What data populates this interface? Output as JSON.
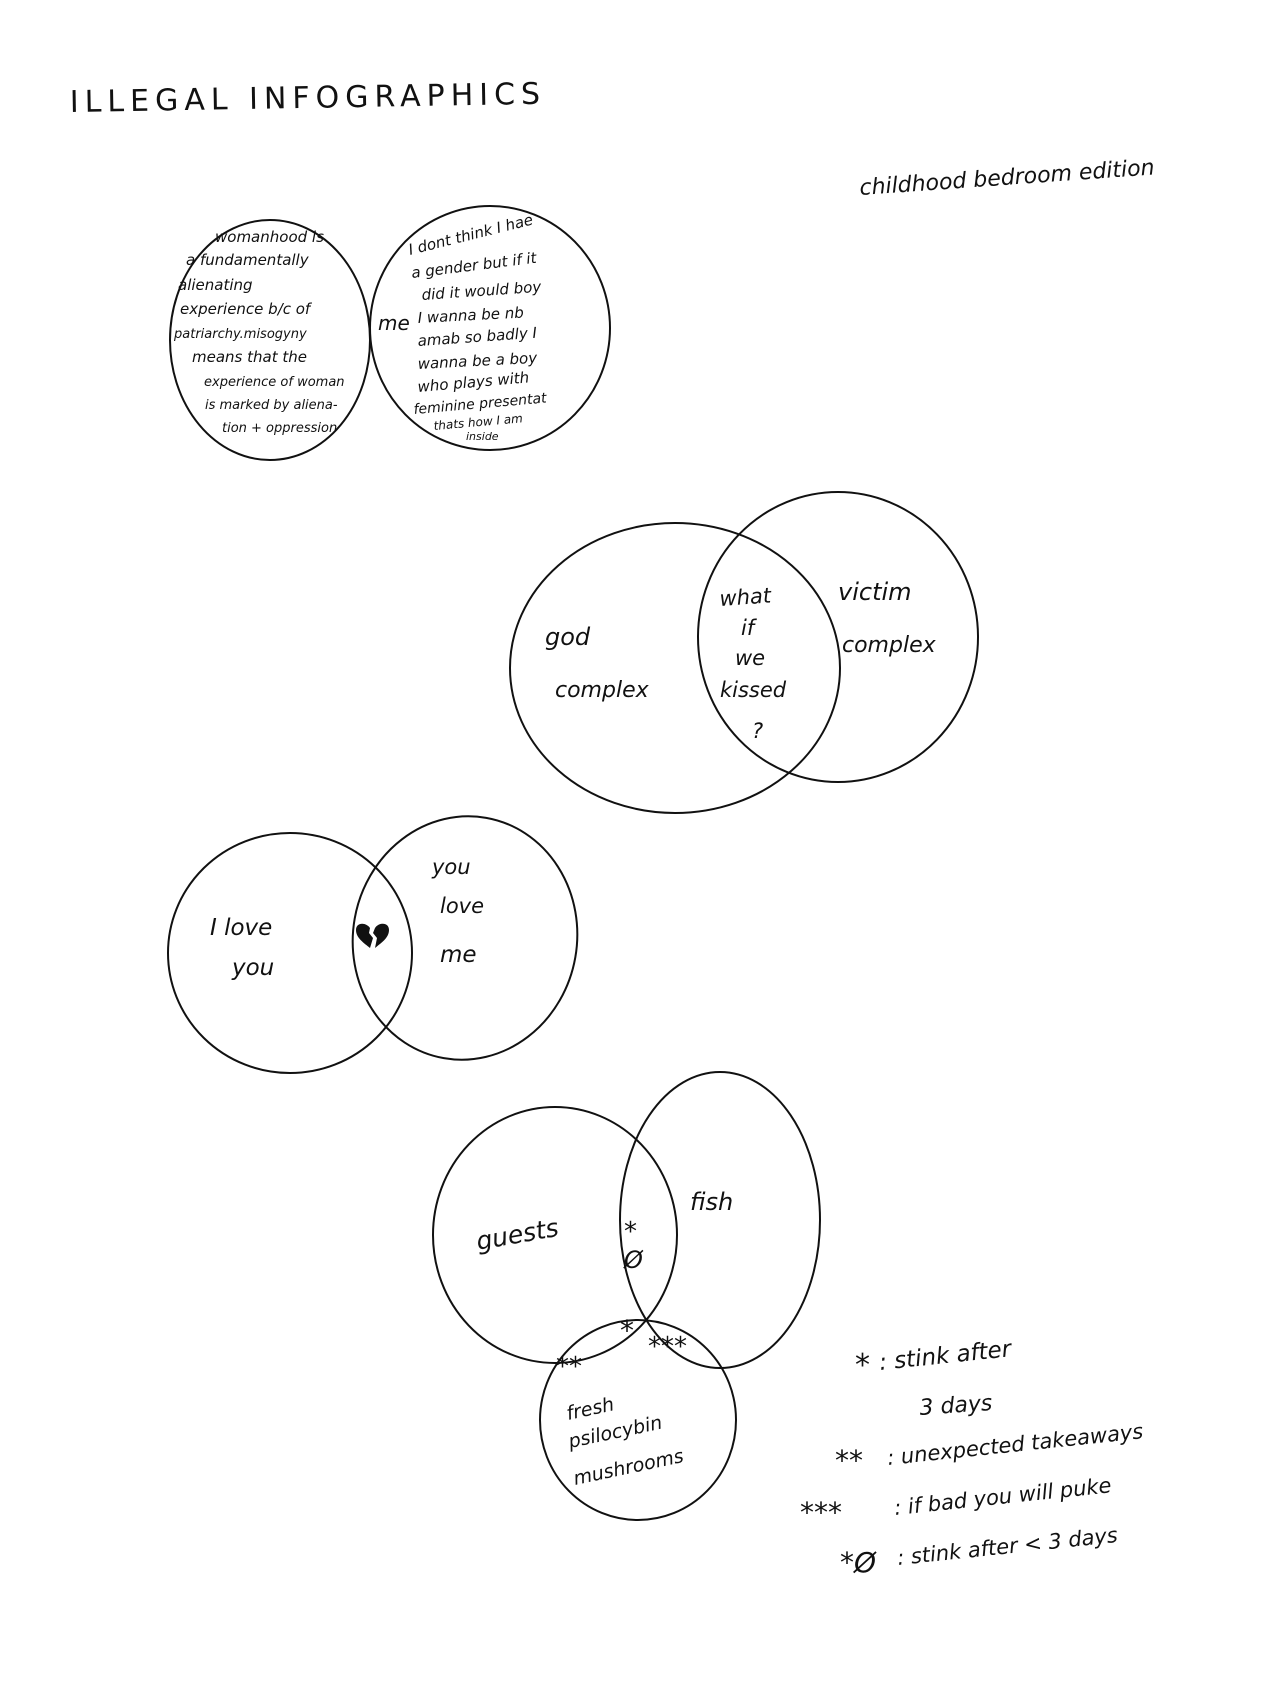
{
  "header": {
    "title": "ILLEGAL INFOGRAPHICS",
    "subtitle": "childhood bedroom edition"
  },
  "diagram1": {
    "left": [
      "womanhood is",
      "a fundamentally",
      "alienating",
      "experience b/c of",
      "patriarchy.misogyny",
      "means that the",
      "experience of woman",
      "is marked by aliena-",
      "tion + oppression"
    ],
    "center": "me",
    "right": [
      "I dont think I hae",
      "a gender but if it",
      "did it would boy",
      "I wanna be nb",
      "amab so badly I",
      "wanna be a boy",
      "who plays with",
      "feminine presentat",
      "thats how I am",
      "inside"
    ]
  },
  "diagram2": {
    "left": [
      "god",
      "complex"
    ],
    "center": [
      "what",
      "if",
      "we",
      "kissed",
      "?"
    ],
    "right": [
      "victim",
      "complex"
    ]
  },
  "diagram3": {
    "left": [
      "I love",
      "you"
    ],
    "center_symbol": "broken-heart",
    "right": [
      "you",
      "love",
      "me"
    ]
  },
  "diagram4": {
    "set_a": "guests",
    "set_b": "fish",
    "set_c": [
      "fresh",
      "psilocybin",
      "mushrooms"
    ],
    "ab": [
      "*",
      "Ø"
    ],
    "abc": "*",
    "ac": "**",
    "bc": "***"
  },
  "legend": [
    {
      "key": "*",
      "text": ": stink after"
    },
    {
      "key": "",
      "text": "3 days"
    },
    {
      "key": "**",
      "text": ": unexpected takeaways"
    },
    {
      "key": "***",
      "text": ": if bad you will puke"
    },
    {
      "key": "*Ø",
      "text": ": stink after < 3 days"
    }
  ],
  "colors": {
    "ink": "#111111",
    "paper": "#ffffff"
  }
}
